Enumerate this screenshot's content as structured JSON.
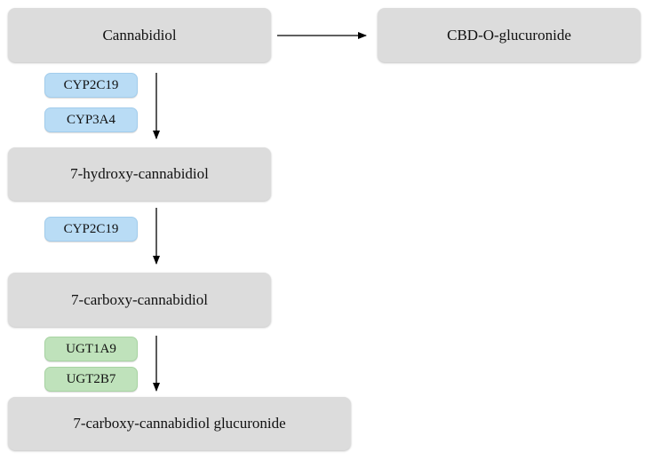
{
  "nodes": {
    "cannabidiol": "Cannabidiol",
    "cbd_o_glucuronide": "CBD-O-glucuronide",
    "hydroxy_cbd": "7-hydroxy-cannabidiol",
    "carboxy_cbd": "7-carboxy-cannabidiol",
    "carboxy_cbd_glucuronide": "7-carboxy-cannabidiol glucuronide"
  },
  "enzymes": {
    "step1": [
      "CYP2C19",
      "CYP3A4"
    ],
    "step2": [
      "CYP2C19"
    ],
    "step3": [
      "UGT1A9",
      "UGT2B7"
    ]
  },
  "colors": {
    "node_fill": "#dcdcdc",
    "cyp_fill": "#b9dcf5",
    "ugt_fill": "#bfe2bb",
    "arrow": "#000000"
  }
}
